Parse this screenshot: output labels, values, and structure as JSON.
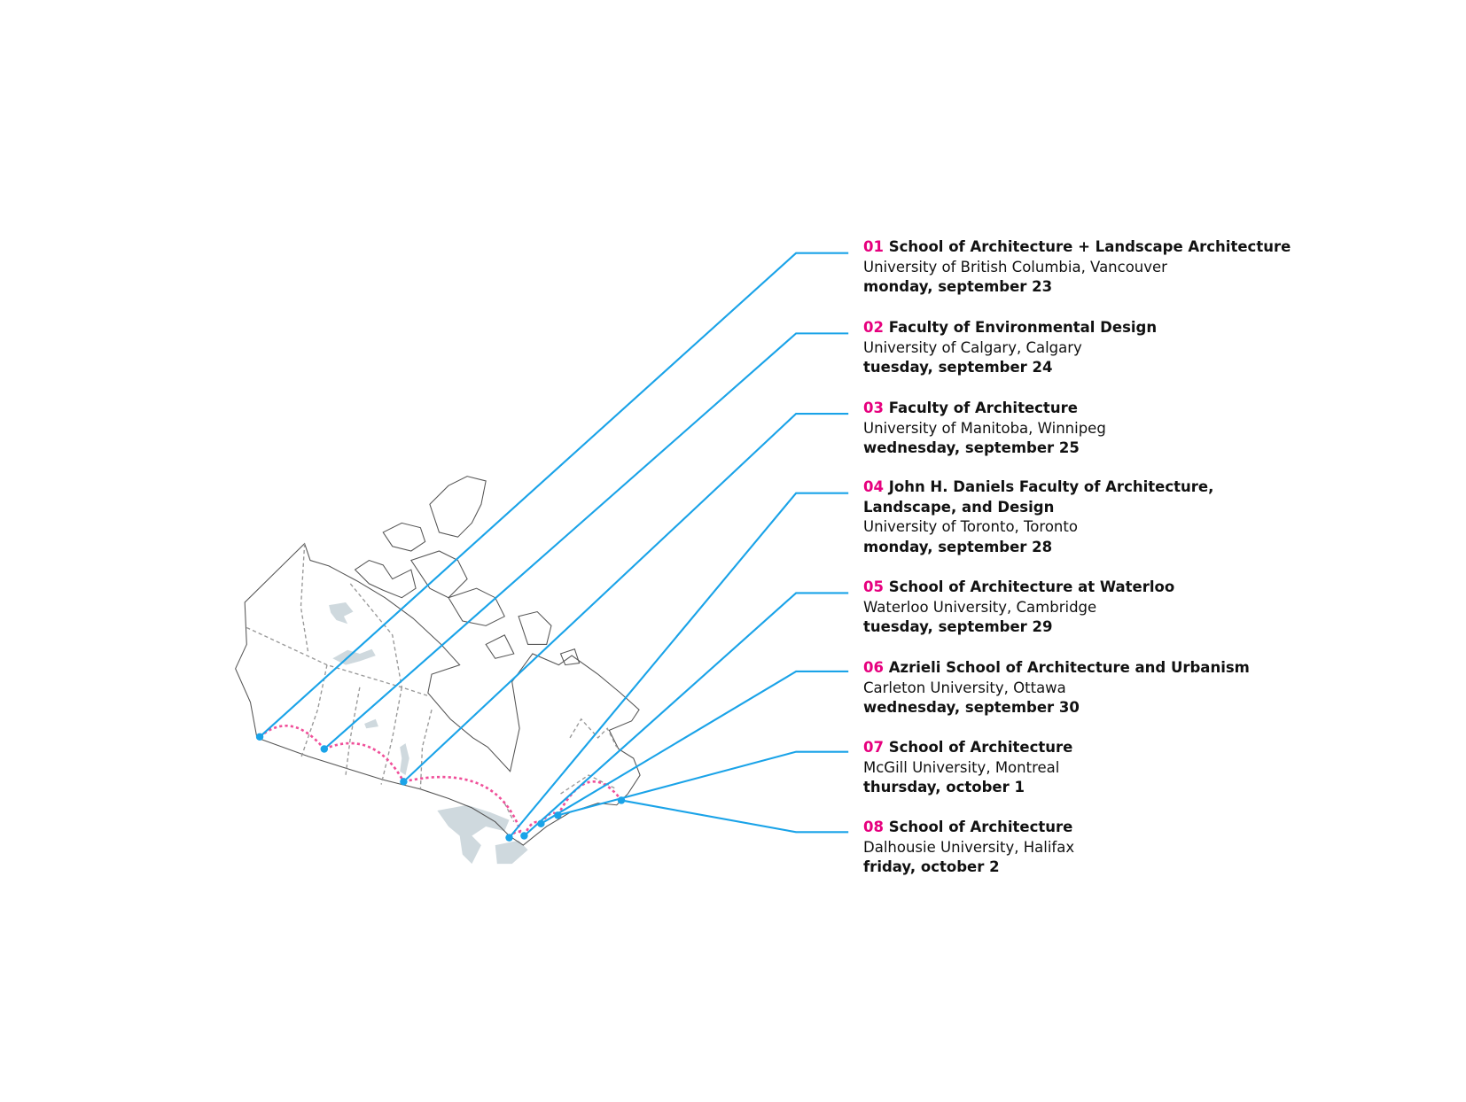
{
  "colors": {
    "leader": "#1aa3e8",
    "route": "#f0509a",
    "number": "#e6007e",
    "lake": "#cfd9de",
    "border": "#999999"
  },
  "stops": [
    {
      "num": "01",
      "title": "School of Architecture + Landscape Architecture",
      "university": "University of British Columbia, Vancouver",
      "date": "monday, september 23"
    },
    {
      "num": "02",
      "title": "Faculty of Environmental Design",
      "university": "University of Calgary, Calgary",
      "date": "tuesday, september 24"
    },
    {
      "num": "03",
      "title": "Faculty of Architecture",
      "university": "University of Manitoba, Winnipeg",
      "date": "wednesday, september 25"
    },
    {
      "num": "04",
      "title": "John H. Daniels Faculty of Architecture,\nLandscape, and Design",
      "university": "University of Toronto, Toronto",
      "date": "monday, september 28"
    },
    {
      "num": "05",
      "title": "School of Architecture at Waterloo",
      "university": "Waterloo University, Cambridge",
      "date": "tuesday, september 29"
    },
    {
      "num": "06",
      "title": "Azrieli School of Architecture and Urbanism",
      "university": "Carleton University, Ottawa",
      "date": "wednesday, september 30"
    },
    {
      "num": "07",
      "title": "School of Architecture",
      "university": "McGill University, Montreal",
      "date": "thursday, october 1"
    },
    {
      "num": "08",
      "title": "School of Architecture",
      "university": "Dalhousie University, Halifax",
      "date": "friday, october 2"
    }
  ]
}
